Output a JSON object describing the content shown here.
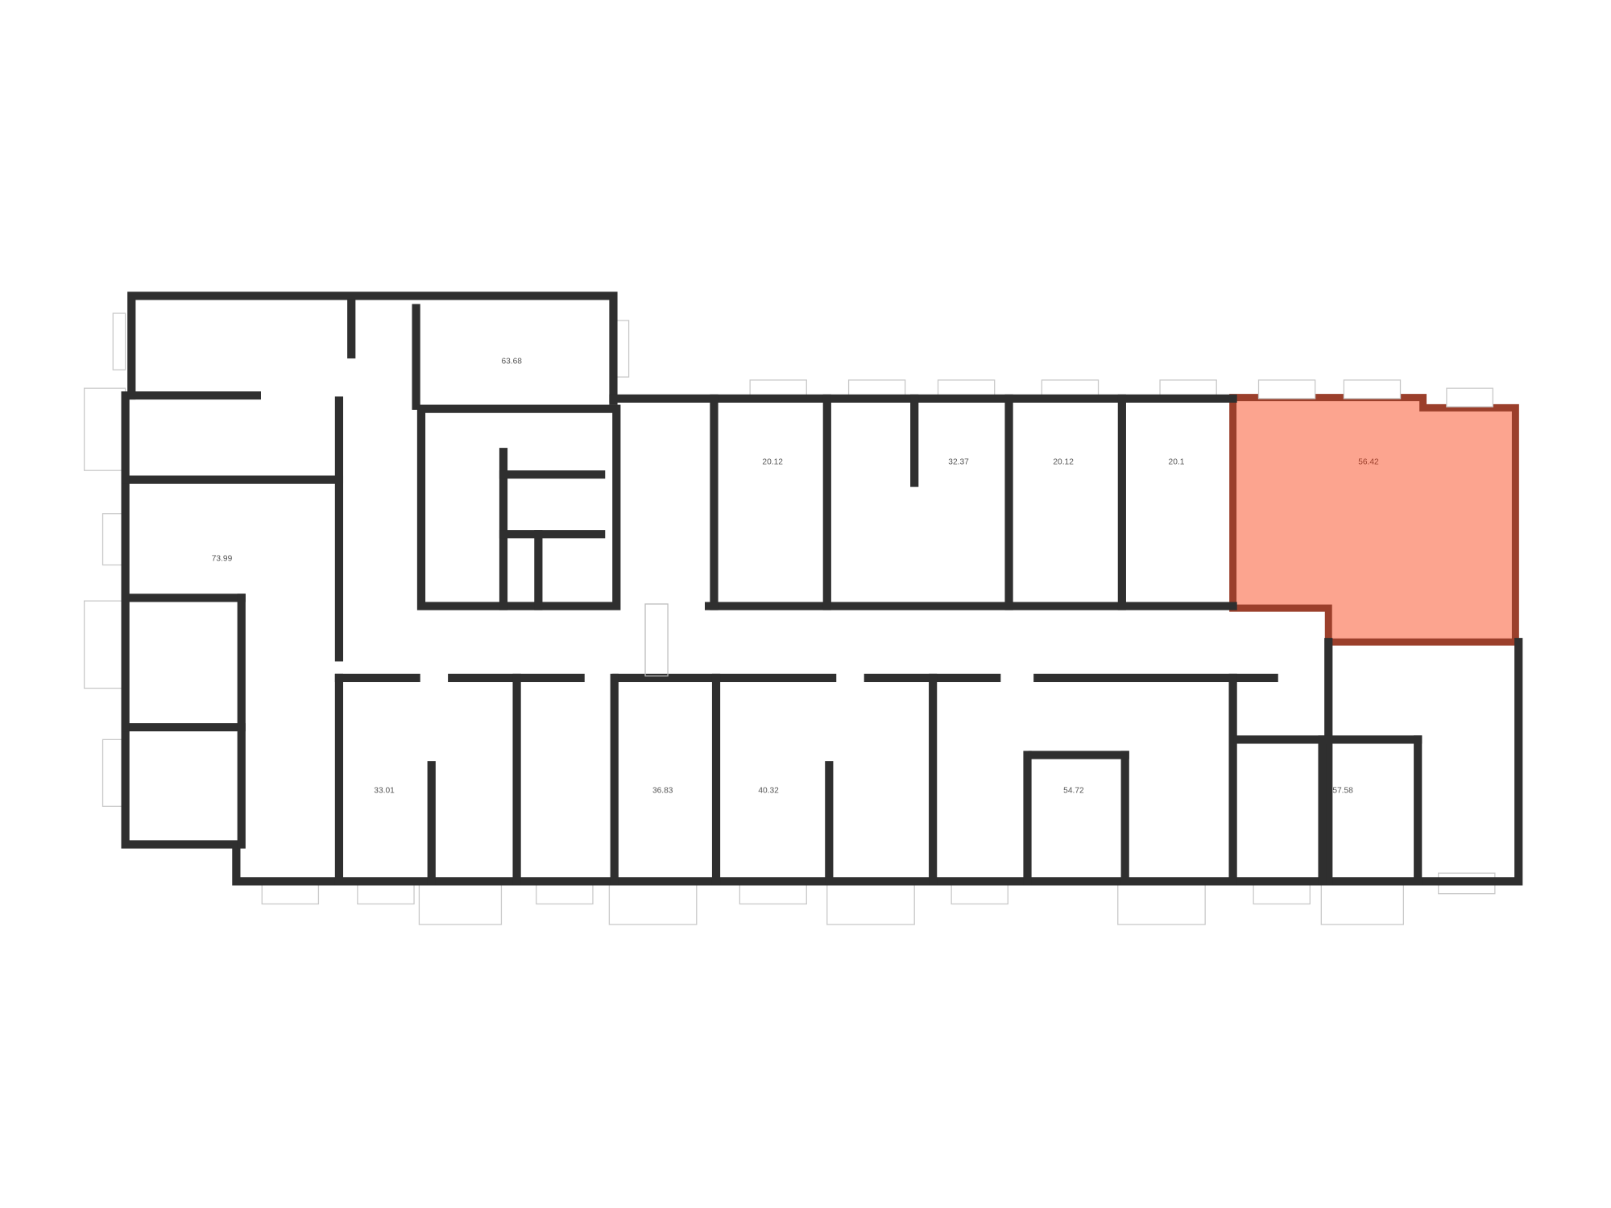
{
  "floor_plan": {
    "apartments": [
      {
        "id": "apt-1",
        "area": "63.68"
      },
      {
        "id": "apt-2",
        "area": "73.99"
      },
      {
        "id": "apt-3",
        "area": "20.12"
      },
      {
        "id": "apt-4",
        "area": "32.37"
      },
      {
        "id": "apt-5",
        "area": "20.12"
      },
      {
        "id": "apt-6",
        "area": "20.1"
      },
      {
        "id": "apt-7",
        "area": "56.42",
        "selected": true
      },
      {
        "id": "apt-8",
        "area": "33.01"
      },
      {
        "id": "apt-9",
        "area": "36.83"
      },
      {
        "id": "apt-10",
        "area": "40.32"
      },
      {
        "id": "apt-11",
        "area": "54.72"
      },
      {
        "id": "apt-12",
        "area": "57.58"
      }
    ],
    "colors": {
      "selected_fill": "#fca48f",
      "selected_stroke": "#9b3f2b",
      "wall": "#2f2f2f"
    }
  }
}
